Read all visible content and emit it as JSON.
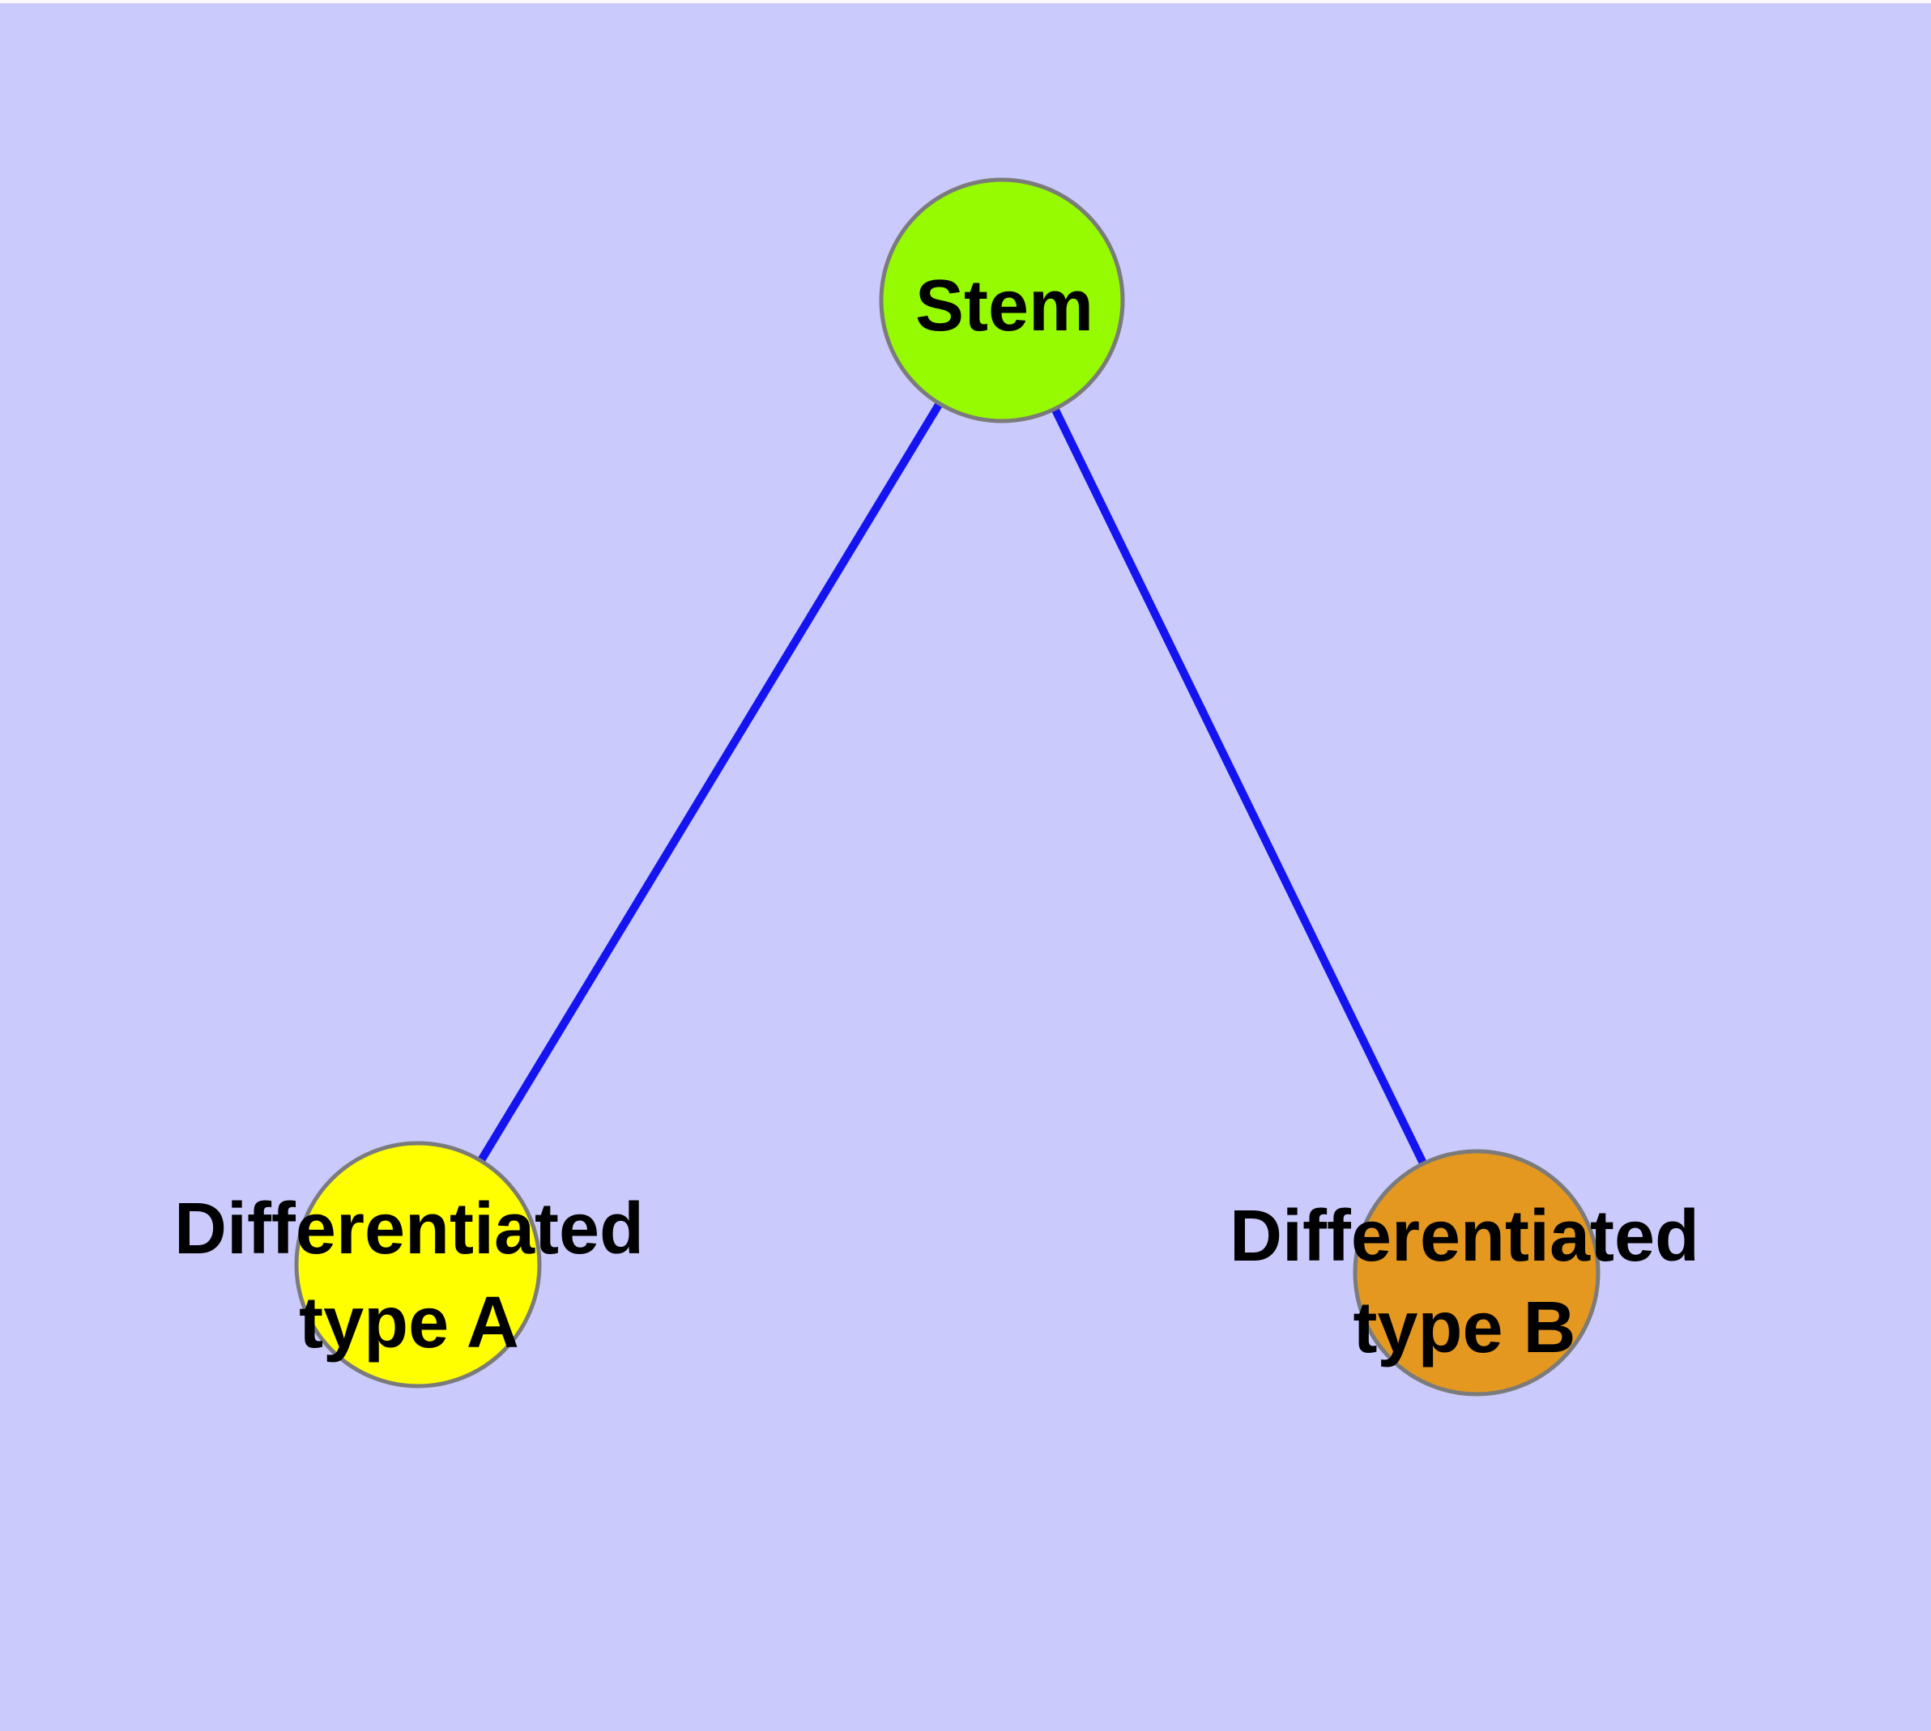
{
  "page": {
    "background_color": "#CACAFC",
    "top_edge_color": "#FAFAFA"
  },
  "diagram": {
    "type": "graph",
    "edge_color": "#1414F0",
    "edge_width": 10,
    "node_border_color": "#7B7B7B",
    "label_color": "#000000",
    "nodes": {
      "stem": {
        "label": "Stem",
        "fill": "#96FA00"
      },
      "type_a": {
        "label_line1": "Differentiated",
        "label_line2": "type A",
        "fill": "#FFFF00"
      },
      "type_b": {
        "label_line1": "Differentiated",
        "label_line2": "type B",
        "fill": "#E5981F"
      }
    },
    "edges": [
      {
        "from": "stem",
        "to": "type_a"
      },
      {
        "from": "stem",
        "to": "type_b"
      }
    ]
  }
}
